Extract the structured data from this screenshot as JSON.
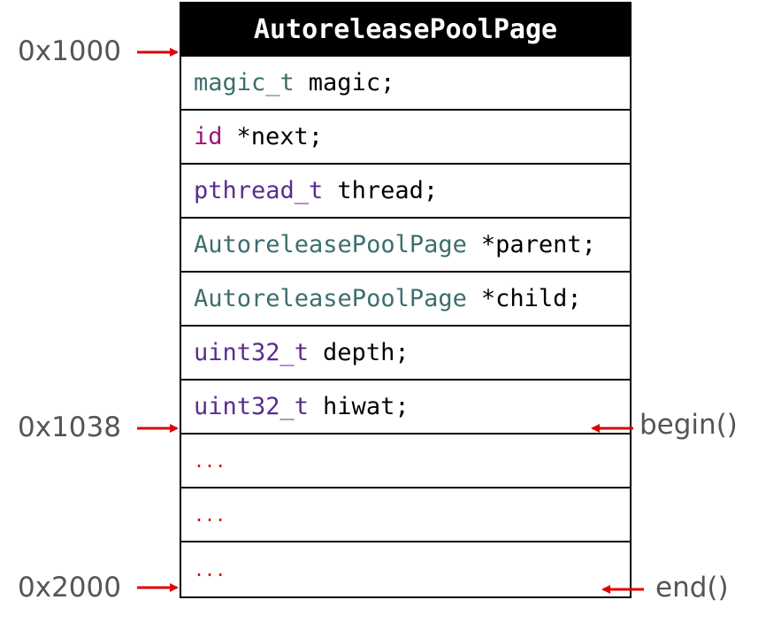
{
  "title": "AutoreleasePoolPage",
  "fields": [
    {
      "type": "magic_t",
      "name": "magic;"
    },
    {
      "type": "id",
      "name": "*next;"
    },
    {
      "type": "pthread_t",
      "name": "thread;"
    },
    {
      "type": "AutoreleasePoolPage",
      "name": "*parent;"
    },
    {
      "type": "AutoreleasePoolPage",
      "name": "*child;"
    },
    {
      "type": "uint32_t",
      "name": "depth;"
    },
    {
      "type": "uint32_t",
      "name": "hiwat;"
    }
  ],
  "ellipsis_rows": [
    "...",
    "...",
    "..."
  ],
  "addresses": {
    "start": "0x1000",
    "begin_addr": "0x1038",
    "end_addr": "0x2000"
  },
  "markers": {
    "begin": "begin()",
    "end": "end()"
  },
  "colors": {
    "arrow": "#e00000",
    "type_teal": "#3d6e6e",
    "type_magenta": "#a4127f",
    "type_purple": "#5a2c8f",
    "label_gray": "#555555"
  }
}
